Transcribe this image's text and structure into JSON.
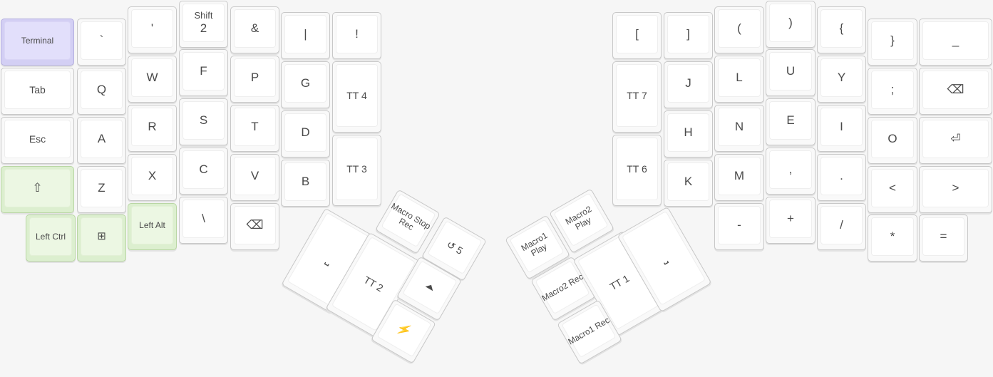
{
  "left": {
    "row0": [
      "Terminal",
      "`",
      "'",
      "Shift",
      "2",
      "&",
      "|",
      "!"
    ],
    "row1": [
      "Tab",
      "Q",
      "W",
      "F",
      "P",
      "G",
      "TT 4"
    ],
    "row2": [
      "Esc",
      "A",
      "R",
      "S",
      "T",
      "D"
    ],
    "row3": [
      "⇧",
      "Z",
      "X",
      "C",
      "V",
      "B",
      "TT 3"
    ],
    "row4": [
      "Left Ctrl",
      "⊞",
      "Left Alt",
      "\\",
      "⌫"
    ]
  },
  "right": {
    "row0": [
      "[",
      "]",
      "(",
      ")",
      "{",
      "}",
      "_"
    ],
    "row1": [
      "TT 7",
      "J",
      "L",
      "U",
      "Y",
      ";",
      "⌫"
    ],
    "row2": [
      "H",
      "N",
      "E",
      "I",
      "O",
      "⏎"
    ],
    "row3": [
      "TT 6",
      "K",
      "M",
      ",",
      ".",
      "<",
      ">"
    ],
    "row4": [
      "-",
      "+",
      "/",
      "*",
      "="
    ]
  },
  "thumb_left": [
    "Macro Stop Rec",
    "↺ 5",
    "⎵",
    "TT 2",
    "⏶",
    "⚡"
  ],
  "thumb_right": [
    "Macro1 Play",
    "Macro2 Play",
    "Macro2 Rec",
    "TT 1",
    "⎵",
    "Macro1 Rec"
  ],
  "colors": {
    "purple": "#d3cff4",
    "green": "#dcefcf",
    "key": "#f9f9f9",
    "background": "#f6f6f6"
  }
}
